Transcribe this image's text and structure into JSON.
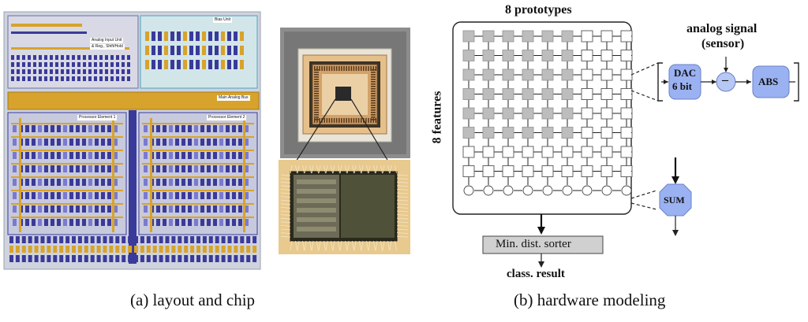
{
  "left_figure": {
    "layout_labels": {
      "bias_unit": "Bias Unit",
      "analog_input_unit": "Analog Input Unit",
      "analog_input_sub": "& Reg., Shift/Hold",
      "main_analog_bus": "Main Analog Bus",
      "processor_element_1": "Processor Element 1",
      "processor_element_2": "Processor Element 2"
    },
    "caption": "(a) layout and chip"
  },
  "right_figure": {
    "top_label": "8 prototypes",
    "side_label": "8 features",
    "analog_signal_line1": "analog signal",
    "analog_signal_line2": "(sensor)",
    "dac_line1": "DAC",
    "dac_line2": "6 bit",
    "minus_symbol": "–",
    "abs_label": "ABS",
    "sum_label": "SUM",
    "sorter_label": "Min. dist. sorter",
    "result_label": "class. result",
    "caption": "(b) hardware modeling"
  },
  "colors": {
    "die_bg": "#cfd3de",
    "analog_bus": "#d7a32c",
    "blue_dark": "#3a3a9a",
    "blue_light": "#b8c8f4",
    "accent_blue": "#9bb2f2",
    "cell_gray": "#bdbdbd",
    "sorter_fill": "#d0d0d0"
  }
}
